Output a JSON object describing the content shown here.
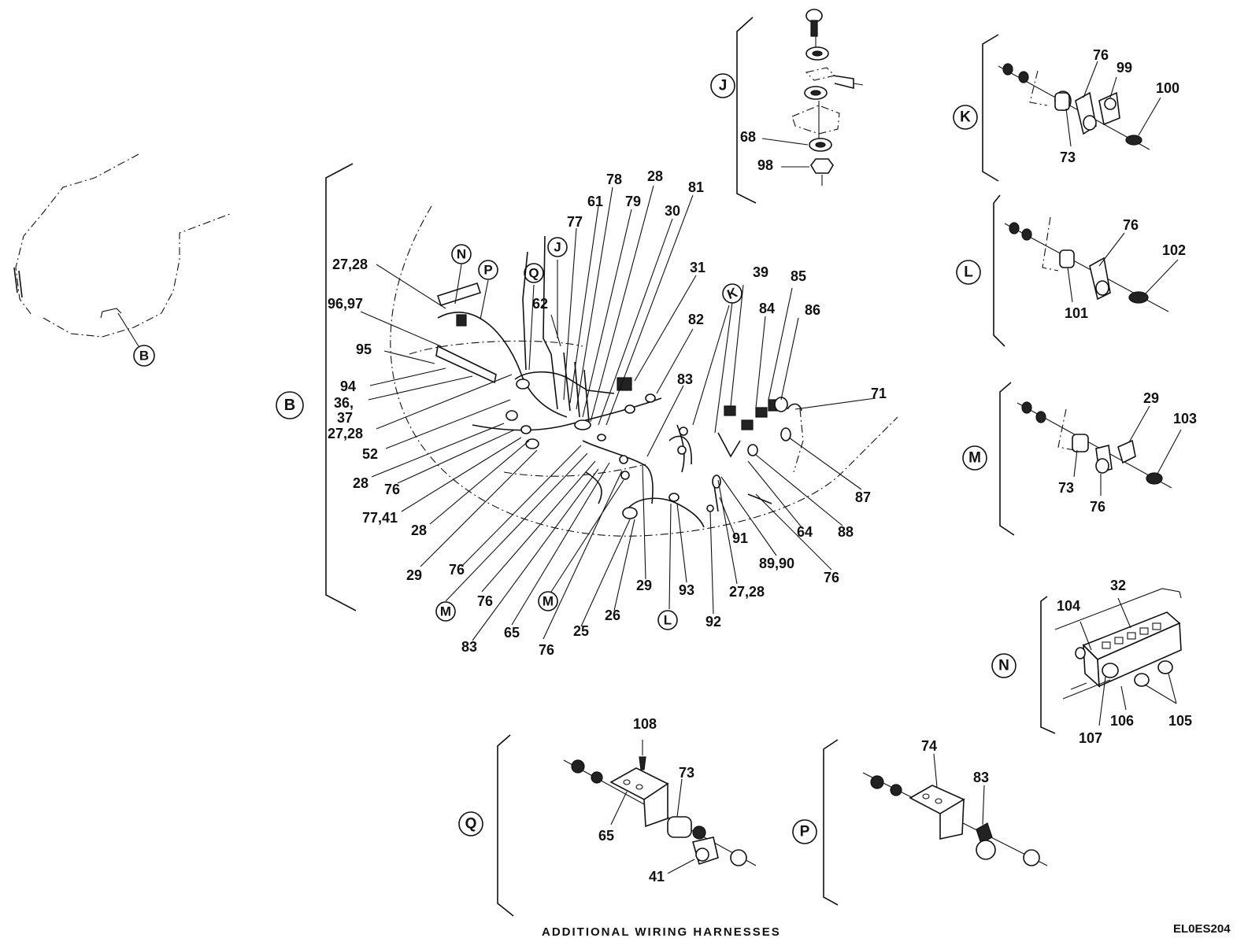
{
  "figure_id": "EL0ES204",
  "caption": "ADDITIONAL WIRING HARNESSES",
  "views": {
    "B": "B",
    "J": "J",
    "K": "K",
    "L": "L",
    "M": "M",
    "N": "N",
    "P": "P",
    "Q": "Q"
  },
  "main_labels": {
    "l_27_28_a": "27,28",
    "l_96_97": "96,97",
    "l_95": "95",
    "l_94": "94",
    "l_36": "36,",
    "l_37": "37",
    "l_27_28_b": "27,28",
    "l_52": "52",
    "l_28_a": "28",
    "l_76_a": "76",
    "l_77_41": "77,41",
    "l_28_b": "28",
    "l_29_a": "29",
    "l_76_b": "76",
    "l_76_c": "76",
    "l_83_a": "83",
    "l_65": "65",
    "l_76_d": "76",
    "l_25": "25",
    "l_26": "26",
    "l_29_b": "29",
    "l_93": "93",
    "l_92": "92",
    "l_27_28_c": "27,28",
    "l_89_90": "89,90",
    "l_76_e": "76",
    "l_91": "91",
    "l_64": "64",
    "l_88": "88",
    "l_87": "87",
    "l_71": "71",
    "l_86": "86",
    "l_85": "85",
    "l_84": "84",
    "l_39": "39",
    "l_83_b": "83",
    "l_82": "82",
    "l_31": "31",
    "l_81": "81",
    "l_30": "30",
    "l_28_c": "28",
    "l_79": "79",
    "l_78": "78",
    "l_61": "61",
    "l_77": "77",
    "l_62": "62"
  },
  "detail_labels": {
    "j_68": "68",
    "j_98": "98",
    "k_76": "76",
    "k_99": "99",
    "k_100": "100",
    "k_73": "73",
    "l_76": "76",
    "l_102": "102",
    "l_101": "101",
    "m_29": "29",
    "m_103": "103",
    "m_73": "73",
    "m_76": "76",
    "n_32": "32",
    "n_104": "104",
    "n_107": "107",
    "n_106": "106",
    "n_105": "105",
    "q_108": "108",
    "q_73": "73",
    "q_65": "65",
    "q_41": "41",
    "p_74": "74",
    "p_83": "83"
  }
}
